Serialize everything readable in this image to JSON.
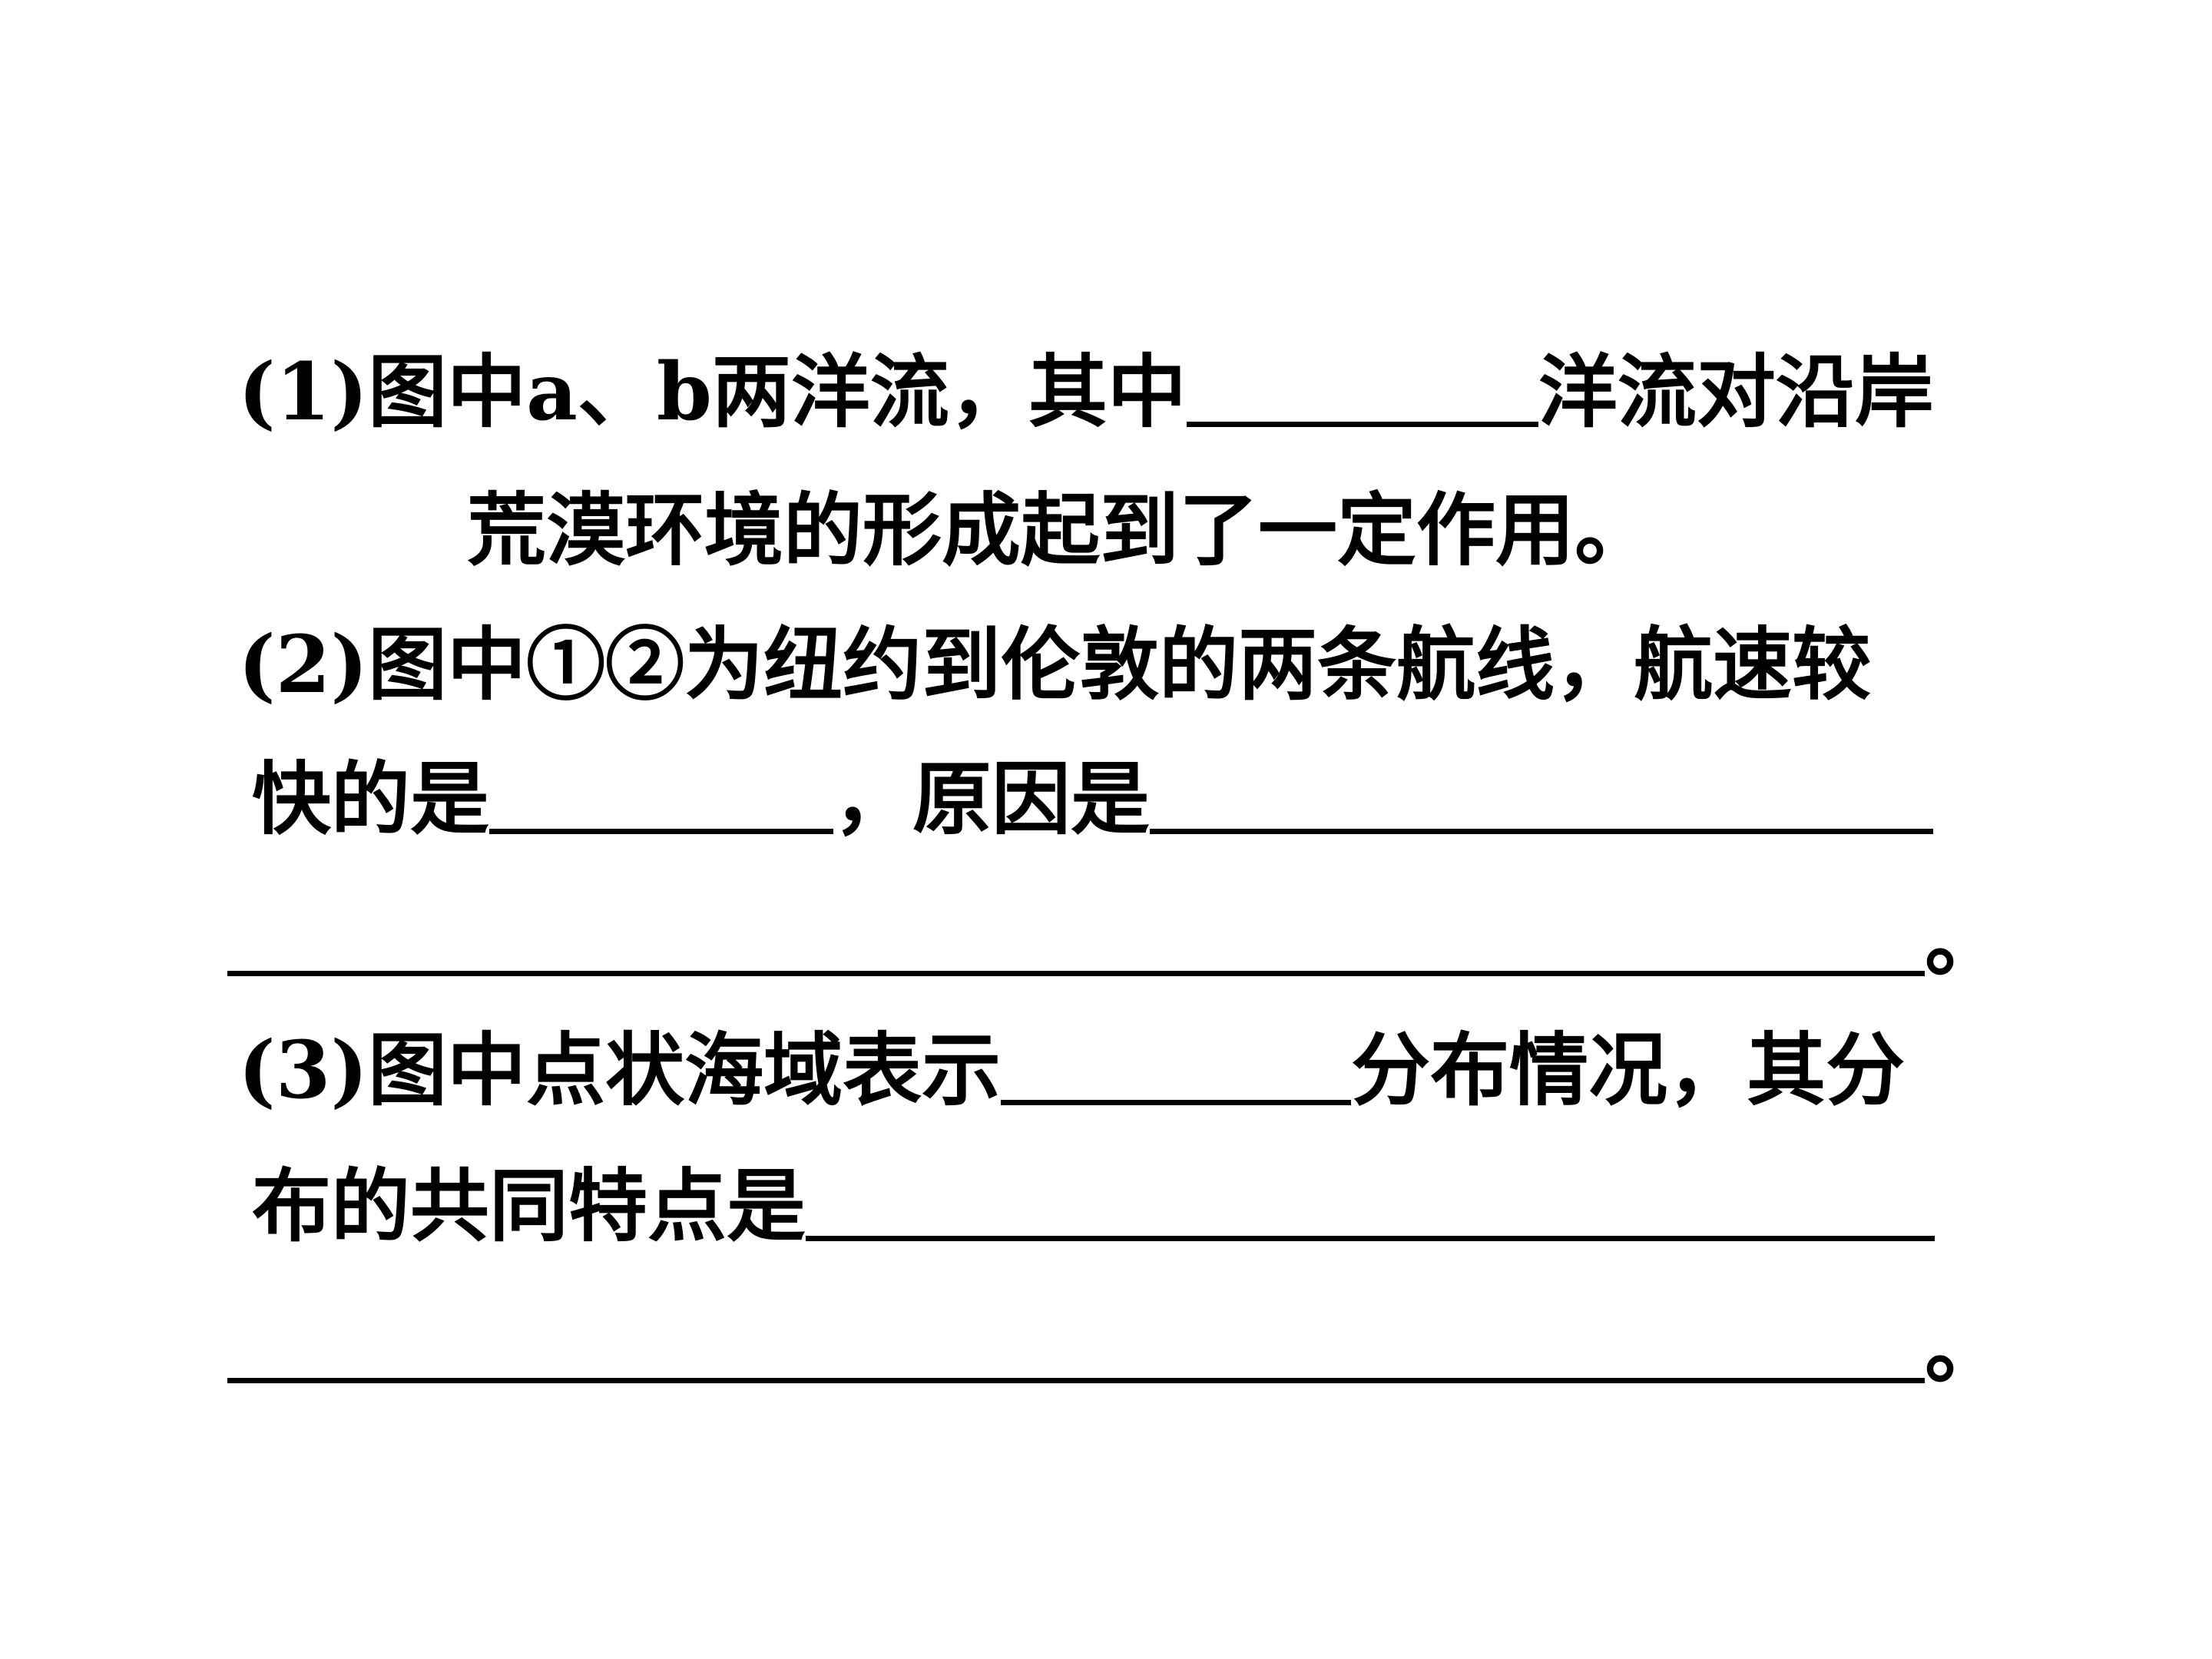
{
  "q1": {
    "part1": "(1)图中a、b两洋流，其中",
    "part2": "洋流对沿岸",
    "line2": "荒漠环境的形成起到了一定作用。"
  },
  "q2": {
    "part1": "(2)图中①②为纽约到伦敦的两条航线，航速较",
    "part2": "快的是",
    "part3": "，原因是",
    "end": "。"
  },
  "q3": {
    "part1": "(3)图中点状海域表示",
    "part2": "分布情况，其分",
    "part3": "布的共同特点是",
    "end": "。"
  }
}
